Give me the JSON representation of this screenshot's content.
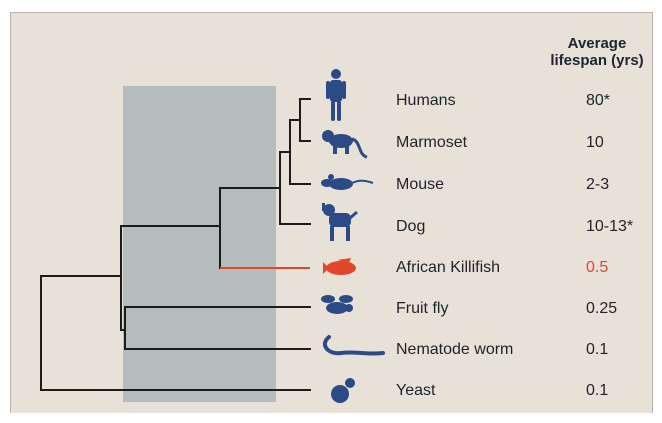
{
  "header": {
    "line1": "Average",
    "line2": "lifespan (yrs)"
  },
  "species": [
    {
      "name": "Humans",
      "lifespan": "80*",
      "icon": "human-icon"
    },
    {
      "name": "Marmoset",
      "lifespan": "10",
      "icon": "marmoset-icon"
    },
    {
      "name": "Mouse",
      "lifespan": "2-3",
      "icon": "mouse-icon"
    },
    {
      "name": "Dog",
      "lifespan": "10-13*",
      "icon": "dog-icon"
    },
    {
      "name": "African Killifish",
      "lifespan": "0.5",
      "icon": "killifish-icon",
      "highlight": true
    },
    {
      "name": "Fruit fly",
      "lifespan": "0.25",
      "icon": "fruit-fly-icon"
    },
    {
      "name": "Nematode worm",
      "lifespan": "0.1",
      "icon": "nematode-worm-icon"
    },
    {
      "name": "Yeast",
      "lifespan": "0.1",
      "icon": "yeast-icon"
    }
  ],
  "colors": {
    "panel_background": "#e7e1d8",
    "shaded_region": "#b4bcbd",
    "tree_lines": "#1c1c1c",
    "highlight": "#e2472b",
    "icon_fill": "#2c4a86"
  }
}
